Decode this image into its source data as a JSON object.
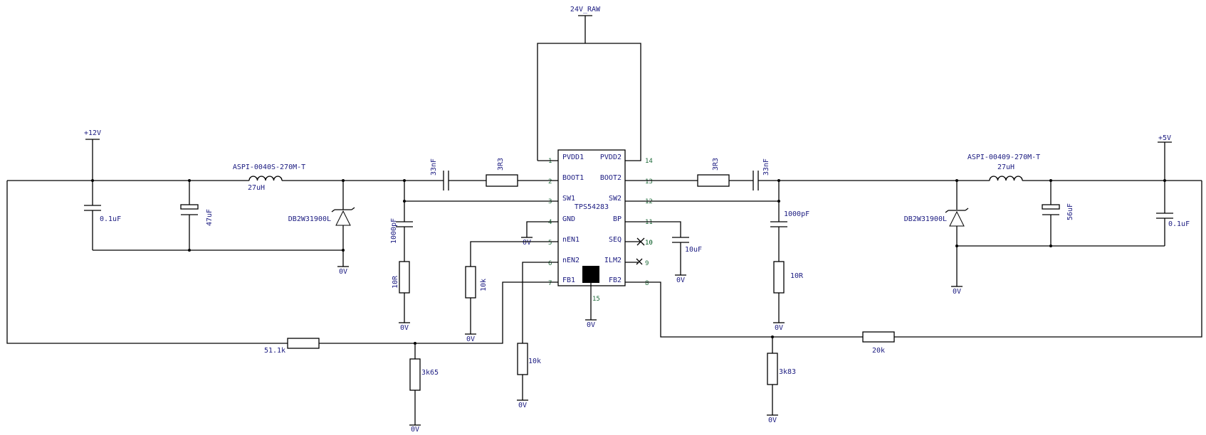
{
  "ic": {
    "name": "TPS54283",
    "pins_left": [
      {
        "num": "1",
        "name": "PVDD1"
      },
      {
        "num": "2",
        "name": "BOOT1"
      },
      {
        "num": "3",
        "name": "SW1"
      },
      {
        "num": "4",
        "name": "GND"
      },
      {
        "num": "5",
        "name": "nEN1"
      },
      {
        "num": "6",
        "name": "nEN2"
      },
      {
        "num": "7",
        "name": "FB1"
      }
    ],
    "pins_right": [
      {
        "num": "14",
        "name": "PVDD2"
      },
      {
        "num": "13",
        "name": "BOOT2"
      },
      {
        "num": "12",
        "name": "SW2"
      },
      {
        "num": "11",
        "name": "BP"
      },
      {
        "num": "10",
        "name": "SEQ"
      },
      {
        "num": "9",
        "name": "ILM2"
      },
      {
        "num": "8",
        "name": "FB2"
      }
    ],
    "pad_pin": "15"
  },
  "nets": {
    "vin": "24V_RAW",
    "out1": "+12V",
    "out2": "+5V",
    "gnd": "0V"
  },
  "components": {
    "L1_part": "ASPI-0040S-270M-T",
    "L1_value": "27uH",
    "L2_part": "ASPI-00409-270M-T",
    "L2_value": "27uH",
    "D1": "DB2W31900L",
    "D2": "DB2W31900L",
    "C_out1_small": "0.1uF",
    "C_out1_bulk": "47uF",
    "C_out2_small": "0.1uF",
    "C_out2_bulk": "56uF",
    "C_boot1": "33nF",
    "C_boot2": "33nF",
    "R_boot1": "3R3",
    "R_boot2": "3R3",
    "C_snub1": "1000pF",
    "C_snub2": "1000pF",
    "R_snub1": "10R",
    "R_snub2": "10R",
    "C_bp": "10uF",
    "R_en1": "10k",
    "R_en2": "10k",
    "R_fb1_top": "51.1k",
    "R_fb1_bot": "3k65",
    "R_fb2_top": "20k",
    "R_fb2_bot": "3k83"
  }
}
